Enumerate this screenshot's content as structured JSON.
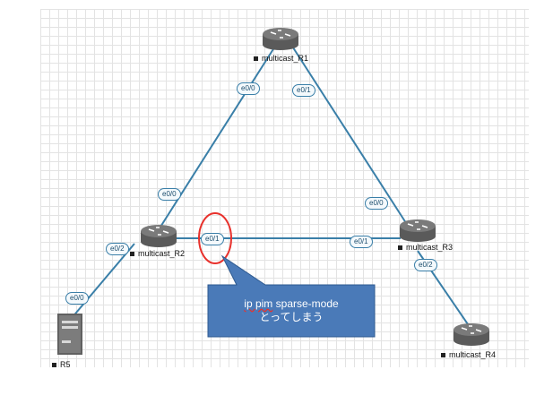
{
  "nodes": {
    "r1": {
      "label": "multicast_R1"
    },
    "r2": {
      "label": "multicast_R2"
    },
    "r3": {
      "label": "multicast_R3"
    },
    "r4": {
      "label": "multicast_R4"
    },
    "r5": {
      "label": "R5"
    }
  },
  "interfaces": {
    "r1_e00": "e0/0",
    "r1_e01": "e0/1",
    "r2_e00": "e0/0",
    "r2_e01": "e0/1",
    "r2_e02": "e0/2",
    "r3_e00": "e0/0",
    "r3_e01": "e0/1",
    "r3_e02": "e0/2",
    "r5_e00": "e0/0"
  },
  "callout": {
    "line1_cmd": "ip pim",
    "line1_rest": " sparse-mode",
    "line2": "とってしまう"
  },
  "colors": {
    "link": "#3a7fa8",
    "callout_fill": "#4a7ab8",
    "highlight": "#e8312c"
  }
}
